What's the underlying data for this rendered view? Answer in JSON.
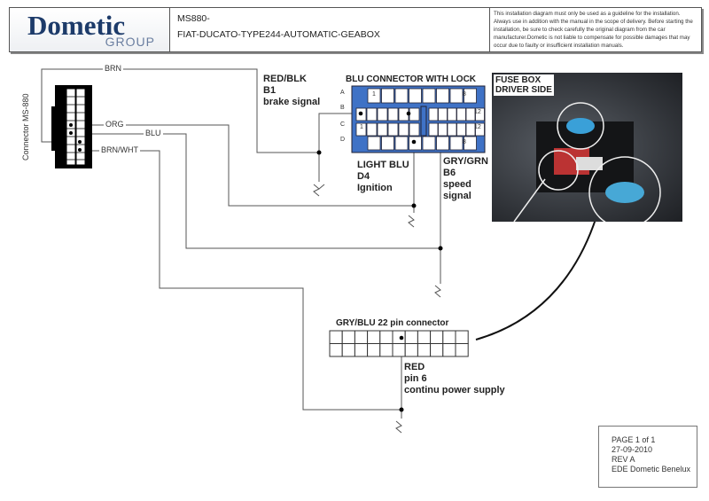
{
  "header": {
    "logo_text": "Dometic",
    "logo_sub": "GROUP",
    "title_line1": "MS880-",
    "title_line2": "FIAT-DUCATO-TYPE244-AUTOMATIC-GEABOX",
    "disclaimer": "This installation diagram must only be used as a guideline for the installation. Always use in addition with the manual in the scope of delivery. Before starting the installation, be sure to check carefully the original diagram from the car manufacturer.Dometic is not liable to compensate for possible damages that may occur due to faulty or insufficient installation manuals."
  },
  "ms880": {
    "label": "Connector MS-880"
  },
  "wires": {
    "brn": "BRN",
    "org": "ORG",
    "blu": "BLU",
    "brnwht": "BRN/WHT"
  },
  "blu_connector": {
    "title": "BLU CONNECTOR WITH LOCK",
    "rows": [
      "A",
      "B",
      "C",
      "D"
    ],
    "pin_a1": "1",
    "pin_a8": "8",
    "pin_b12": "12",
    "pin_c1": "1",
    "pin_c12": "12",
    "pin_d8": "8"
  },
  "signals": {
    "brake": {
      "color": "RED/BLK",
      "pin": "B1",
      "desc": "brake signal"
    },
    "ignition": {
      "color": "LIGHT BLU",
      "pin": "D4",
      "desc": "Ignition"
    },
    "speed": {
      "color": "GRY/GRN",
      "pin": "B6",
      "desc1": "speed",
      "desc2": "signal"
    },
    "power": {
      "color": "RED",
      "pin": "pin 6",
      "desc": "continu power supply"
    }
  },
  "photo": {
    "label1": "FUSE BOX",
    "label2": "DRIVER SIDE"
  },
  "connector22": {
    "title": "GRY/BLU 22 pin connector"
  },
  "page_info": {
    "page": "PAGE 1 of 1",
    "date": "27-09-2010",
    "rev": "REV A",
    "author": "EDE Dometic Benelux"
  }
}
